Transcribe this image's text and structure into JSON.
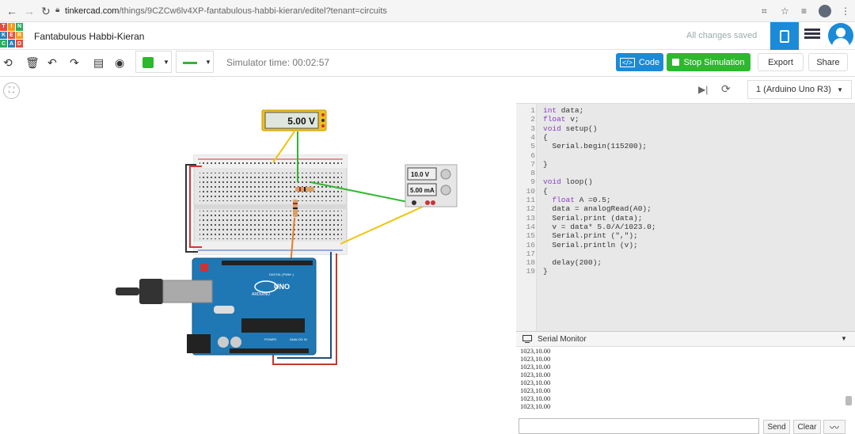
{
  "browser": {
    "url_host": "tinkercad.com",
    "url_path": "/things/9CZCw6lv4XP-fantabulous-habbi-kieran/editel?tenant=circuits"
  },
  "header": {
    "logo_letters": [
      "T",
      "I",
      "N",
      "K",
      "E",
      "R",
      "C",
      "A",
      "D"
    ],
    "design_title": "Fantabulous Habbi-Kieran",
    "save_status": "All changes saved"
  },
  "toolbar": {
    "simulator_time": "Simulator time: 00:02:57",
    "code_label": "Code",
    "stop_label": "Stop Simulation",
    "export_label": "Export",
    "share_label": "Share",
    "wire_color": "#2eb82e"
  },
  "circuit": {
    "multimeter_reading": "5.00 V",
    "power_supply_voltage": "10.0 V",
    "power_supply_current": "5.00 mA",
    "arduino_label": "UNO",
    "arduino_brand": "ARDUINO",
    "arduino_digital": "DIGITAL (PWM~)",
    "arduino_power": "POWER",
    "arduino_analog": "ANALOG IN"
  },
  "code_panel": {
    "board": "1 (Arduino Uno R3)",
    "lines": [
      {
        "n": "1",
        "t": "int data;"
      },
      {
        "n": "2",
        "t": "float v;"
      },
      {
        "n": "3",
        "t": "void setup()"
      },
      {
        "n": "4",
        "t": "{"
      },
      {
        "n": "5",
        "t": "  Serial.begin(115200);"
      },
      {
        "n": "6",
        "t": ""
      },
      {
        "n": "7",
        "t": "}"
      },
      {
        "n": "8",
        "t": ""
      },
      {
        "n": "9",
        "t": "void loop()"
      },
      {
        "n": "10",
        "t": "{"
      },
      {
        "n": "11",
        "t": "  float A =0.5;"
      },
      {
        "n": "12",
        "t": "  data = analogRead(A0);"
      },
      {
        "n": "13",
        "t": "  Serial.print (data);"
      },
      {
        "n": "14",
        "t": "  v = data* 5.0/A/1023.0;"
      },
      {
        "n": "15",
        "t": "  Serial.print (\",\");"
      },
      {
        "n": "16",
        "t": "  Serial.println (v);"
      },
      {
        "n": "17",
        "t": ""
      },
      {
        "n": "18",
        "t": "  delay(200);"
      },
      {
        "n": "19",
        "t": "}"
      }
    ]
  },
  "serial_monitor": {
    "title": "Serial Monitor",
    "lines": [
      "1023,10.00",
      "1023,10.00",
      "1023,10.00",
      "1023,10.00",
      "1023,10.00",
      "1023,10.00",
      "1023,10.00",
      "1023,10.00"
    ],
    "send_label": "Send",
    "clear_label": "Clear"
  }
}
